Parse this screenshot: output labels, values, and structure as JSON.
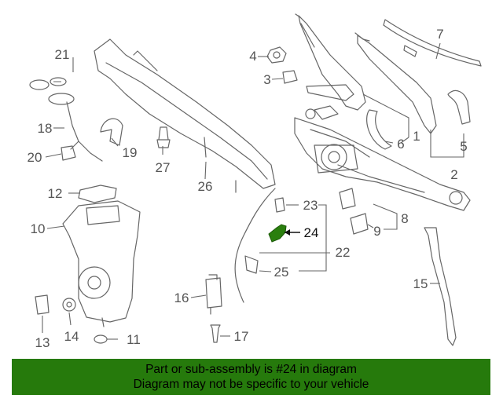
{
  "diagram": {
    "highlighted_part": "24",
    "highlight_color": "#2a7f0e",
    "labels": [
      "1",
      "2",
      "3",
      "4",
      "5",
      "6",
      "7",
      "8",
      "9",
      "10",
      "11",
      "12",
      "13",
      "14",
      "15",
      "16",
      "17",
      "18",
      "19",
      "20",
      "21",
      "22",
      "23",
      "24",
      "25",
      "26",
      "27"
    ]
  },
  "banner": {
    "background": "#267a0c",
    "line1": "Part or sub-assembly is #24 in diagram",
    "line2": "Diagram may not be specific to your vehicle"
  }
}
